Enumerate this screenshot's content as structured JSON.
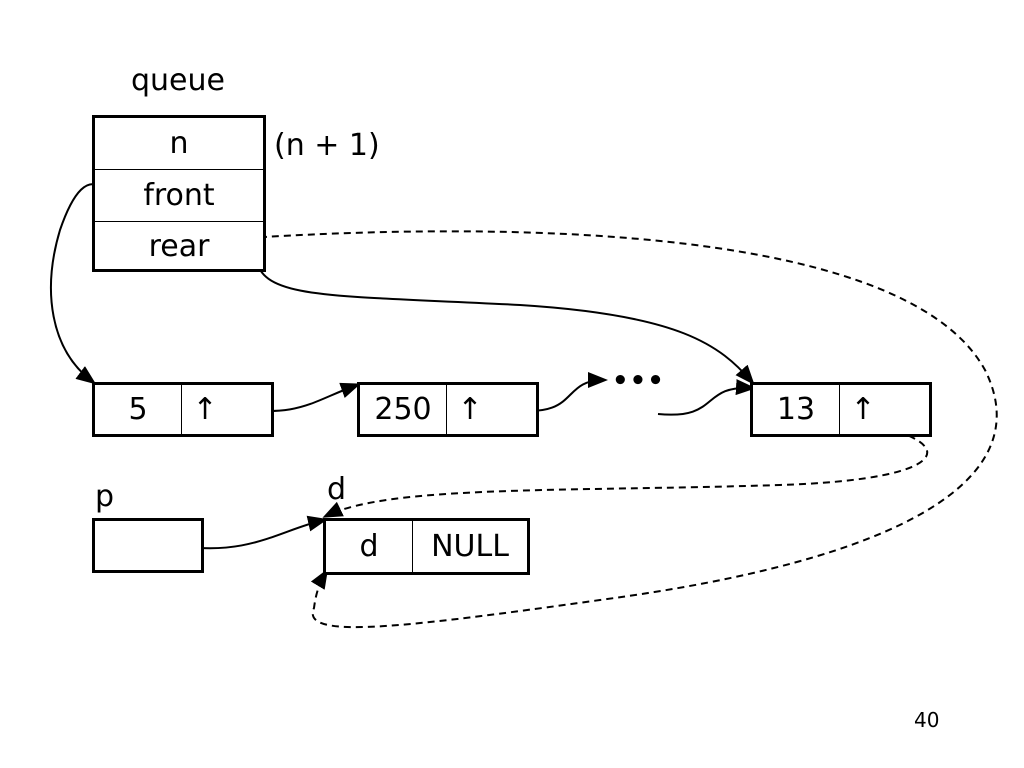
{
  "queue": {
    "title": "queue",
    "fields": [
      "n",
      "front",
      "rear"
    ],
    "n_note": "(n + 1)"
  },
  "nodes": [
    {
      "data": "5",
      "link": "↑"
    },
    {
      "data": "250",
      "link": "↑"
    },
    {
      "data": "13",
      "link": "↑"
    }
  ],
  "ellipsis": "•••",
  "p": {
    "label": "p"
  },
  "new_node": {
    "label": "d",
    "data": "d",
    "link": "NULL"
  },
  "page_number": "40"
}
